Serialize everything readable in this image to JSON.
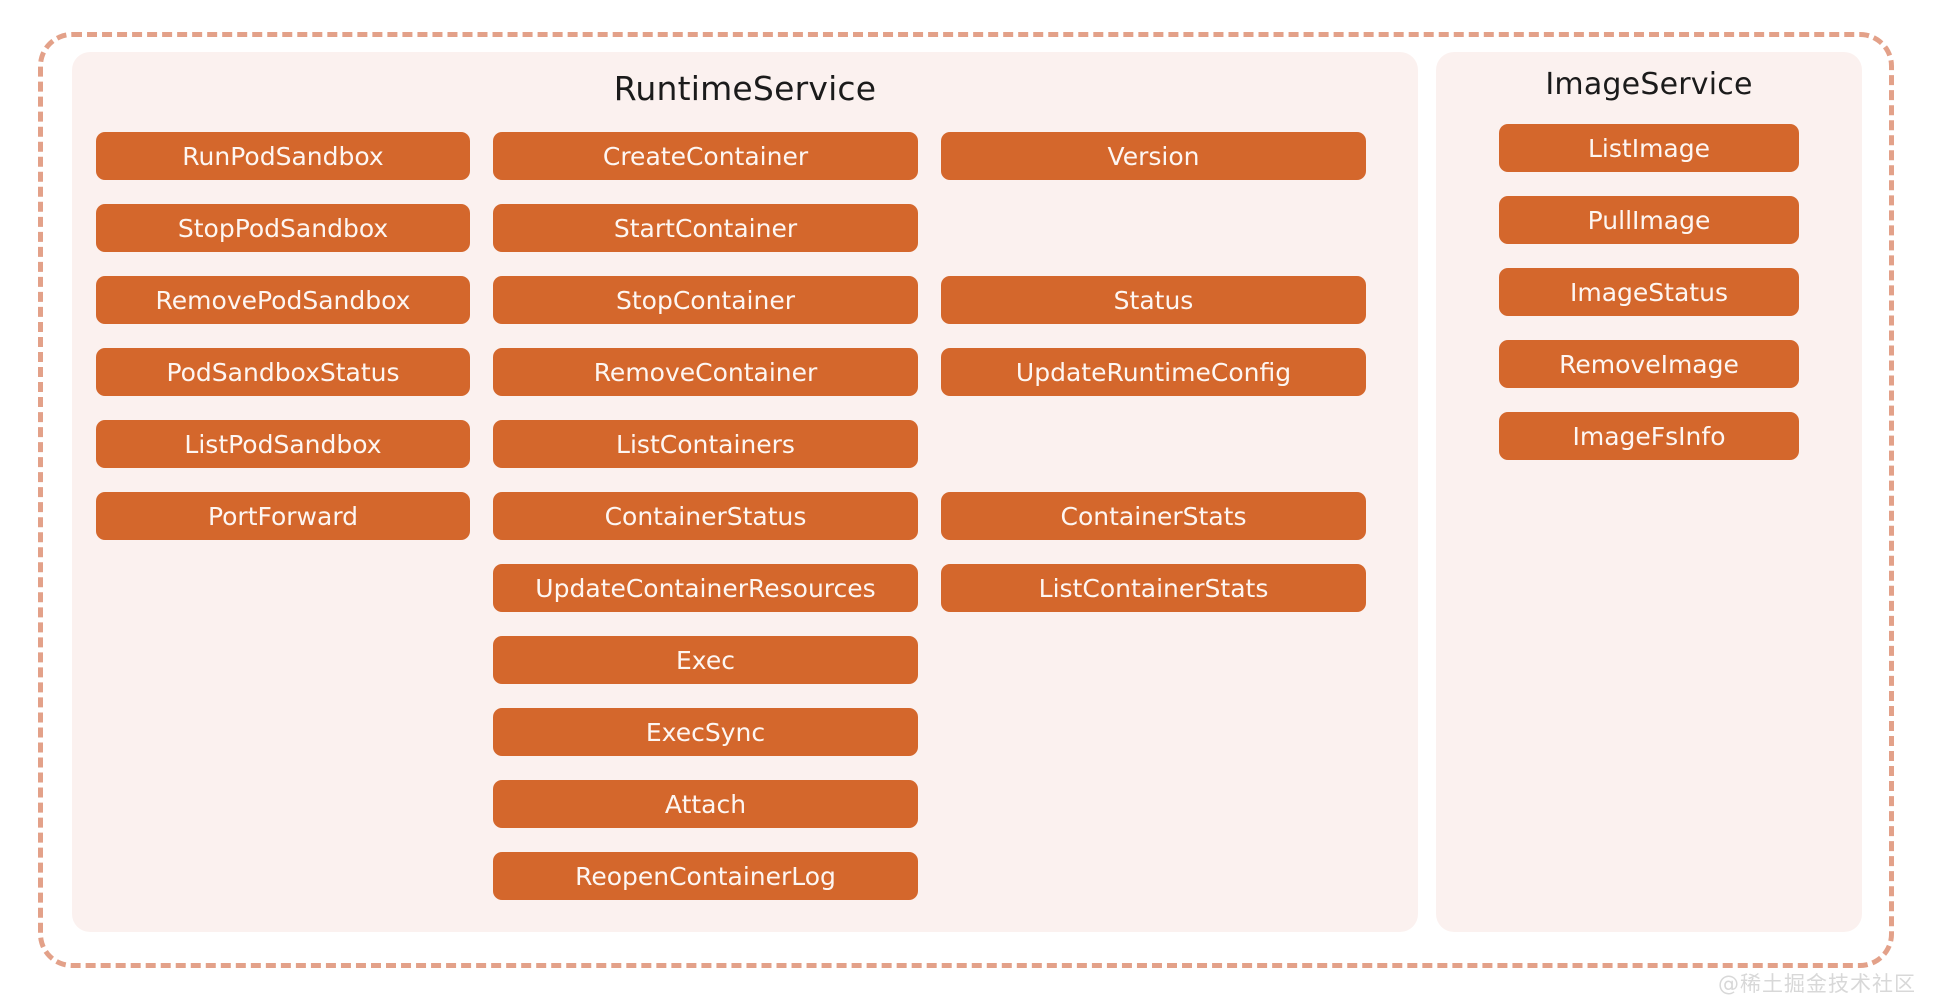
{
  "diagram": {
    "title_hidden": "",
    "colors": {
      "pill": "#d4672c",
      "pill_text": "#fdf6f2",
      "panel_background": "#fbf1ef",
      "dashed_border": "#e3a189",
      "page_background": "#ffffff",
      "watermark_text": "#d8d8d8"
    }
  },
  "panels": [
    {
      "id": "runtime-service",
      "title": "RuntimeService",
      "columns": [
        {
          "id": "runtime-col-1",
          "items": [
            {
              "label": "RunPodSandbox",
              "spacer": false
            },
            {
              "label": "StopPodSandbox",
              "spacer": false
            },
            {
              "label": "RemovePodSandbox",
              "spacer": false
            },
            {
              "label": "PodSandboxStatus",
              "spacer": false
            },
            {
              "label": "ListPodSandbox",
              "spacer": false
            },
            {
              "label": "PortForward",
              "spacer": false
            }
          ]
        },
        {
          "id": "runtime-col-2",
          "items": [
            {
              "label": "CreateContainer",
              "spacer": false
            },
            {
              "label": "StartContainer",
              "spacer": false
            },
            {
              "label": "StopContainer",
              "spacer": false
            },
            {
              "label": "RemoveContainer",
              "spacer": false
            },
            {
              "label": "ListContainers",
              "spacer": false
            },
            {
              "label": "ContainerStatus",
              "spacer": false
            },
            {
              "label": "UpdateContainerResources",
              "spacer": false
            },
            {
              "label": "Exec",
              "spacer": false
            },
            {
              "label": "ExecSync",
              "spacer": false
            },
            {
              "label": "Attach",
              "spacer": false
            },
            {
              "label": "ReopenContainerLog",
              "spacer": false
            }
          ]
        },
        {
          "id": "runtime-col-3",
          "items": [
            {
              "label": "Version",
              "spacer": false
            },
            {
              "label": "",
              "spacer": true
            },
            {
              "label": "Status",
              "spacer": false
            },
            {
              "label": "UpdateRuntimeConfig",
              "spacer": false
            },
            {
              "label": "",
              "spacer": true
            },
            {
              "label": "ContainerStats",
              "spacer": false
            },
            {
              "label": "ListContainerStats",
              "spacer": false
            }
          ]
        }
      ]
    },
    {
      "id": "image-service",
      "title": "ImageService",
      "columns": [
        {
          "id": "image-col-1",
          "items": [
            {
              "label": "ListImage",
              "spacer": false
            },
            {
              "label": "PullImage",
              "spacer": false
            },
            {
              "label": "ImageStatus",
              "spacer": false
            },
            {
              "label": "RemoveImage",
              "spacer": false
            },
            {
              "label": "ImageFsInfo",
              "spacer": false
            }
          ]
        }
      ]
    }
  ],
  "watermark": {
    "label": "@稀土掘金技术社区"
  }
}
